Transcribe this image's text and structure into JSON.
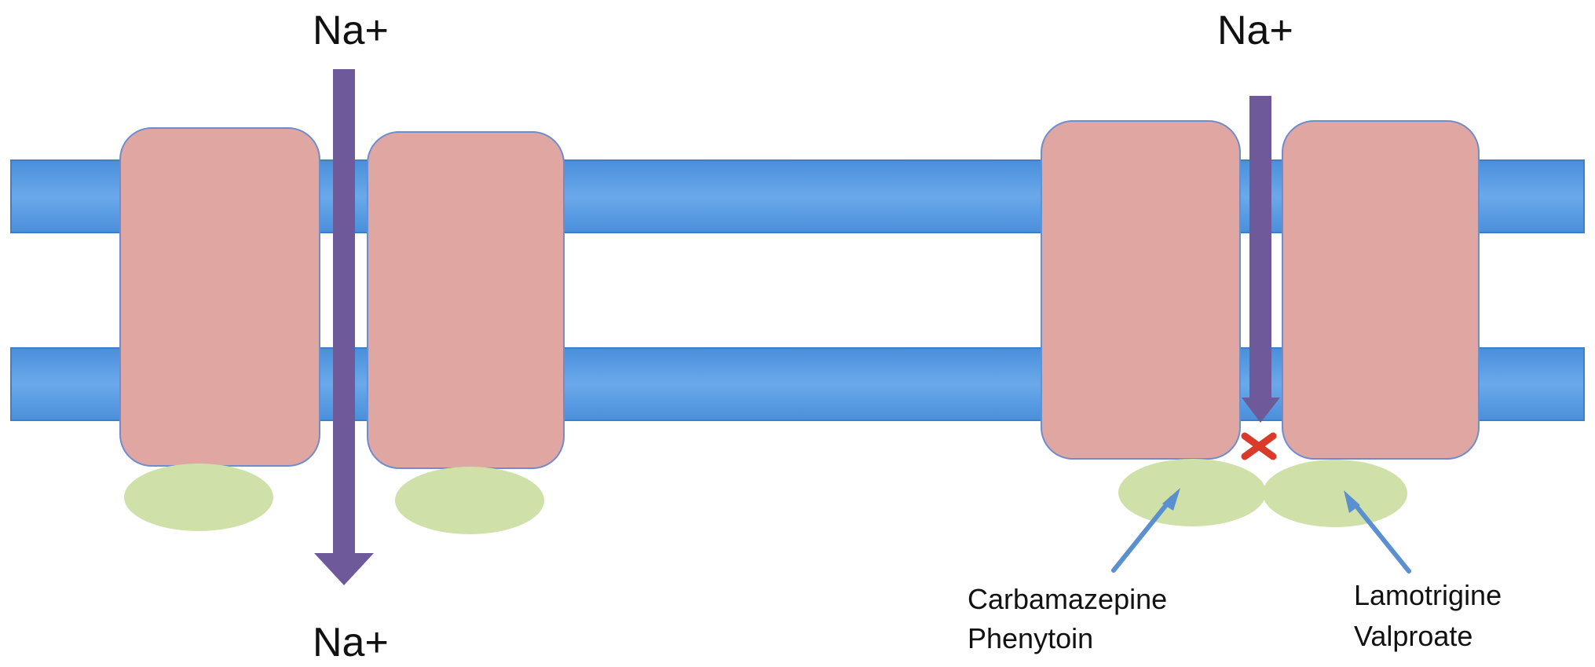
{
  "colors": {
    "membrane": "#5a9de2",
    "membrane_edge": "#3f7fc6",
    "channel": "#dfa6a2",
    "channel_edge": "#6f8ccf",
    "arrow": "#6e5a9a",
    "binding_site": "#cfe0a8",
    "pointer": "#5a8fd0",
    "block_mark": "#d93a2a"
  },
  "labels": {
    "na_open_top": "Na+",
    "na_open_bottom": "Na+",
    "na_blocked_top": "Na+",
    "drug_group_1_line_1": "Carbamazepine",
    "drug_group_1_line_2": "Phenytoin",
    "drug_group_2_line_1": "Lamotrigine",
    "drug_group_2_line_2": "Valproate"
  },
  "icons": {
    "block_mark": "red-x-icon"
  }
}
